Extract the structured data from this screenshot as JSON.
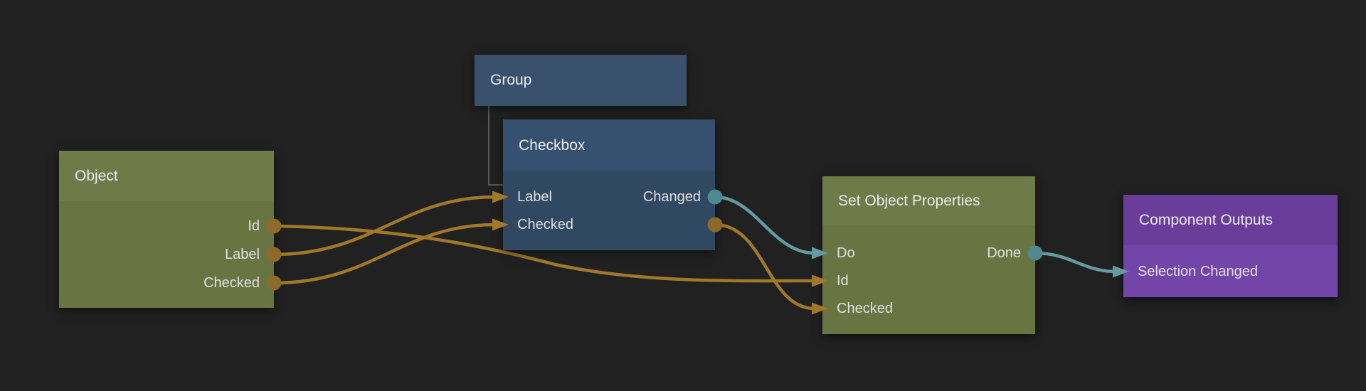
{
  "colors": {
    "background": "#212121",
    "wire_data": "#a1782a",
    "port_data": "#8d6a28",
    "wire_signal": "#649aa0",
    "port_signal": "#4f888e",
    "group_link": "#59595b",
    "node_green_header": "#6e7b49",
    "node_green_body": "#687543",
    "node_blue_header": "#365070",
    "node_blue_body": "#304862",
    "node_blue_solo": "#3a516e",
    "node_purple_header": "#6a3d9b",
    "node_purple_body": "#7445a8",
    "title_text": "#ececec",
    "port_text": "#e0e0e0"
  },
  "nodes": {
    "object": {
      "title": "Object",
      "outputs": [
        {
          "label": "Id"
        },
        {
          "label": "Label"
        },
        {
          "label": "Checked"
        }
      ]
    },
    "group": {
      "title": "Group"
    },
    "checkbox": {
      "title": "Checkbox",
      "inputs": [
        {
          "label": "Label"
        },
        {
          "label": "Checked"
        }
      ],
      "outputs": [
        {
          "label": "Changed"
        }
      ]
    },
    "set_object_properties": {
      "title": "Set Object Properties",
      "inputs": [
        {
          "label": "Do"
        },
        {
          "label": "Id"
        },
        {
          "label": "Checked"
        }
      ],
      "outputs": [
        {
          "label": "Done"
        }
      ]
    },
    "component_outputs": {
      "title": "Component Outputs",
      "inputs": [
        {
          "label": "Selection Changed"
        }
      ]
    }
  },
  "connections": [
    {
      "from": "Object.Id",
      "to": "Set Object Properties.Id",
      "type": "data"
    },
    {
      "from": "Object.Label",
      "to": "Checkbox.Label",
      "type": "data"
    },
    {
      "from": "Object.Checked",
      "to": "Checkbox.Checked",
      "type": "data"
    },
    {
      "from": "Checkbox.Changed",
      "to": "Set Object Properties.Do",
      "type": "signal"
    },
    {
      "from": "Checkbox.Checked",
      "to": "Set Object Properties.Checked",
      "type": "data"
    },
    {
      "from": "Set Object Properties.Done",
      "to": "Component Outputs.Selection Changed",
      "type": "signal"
    }
  ],
  "group_link": {
    "parent": "Group",
    "child": "Checkbox"
  }
}
